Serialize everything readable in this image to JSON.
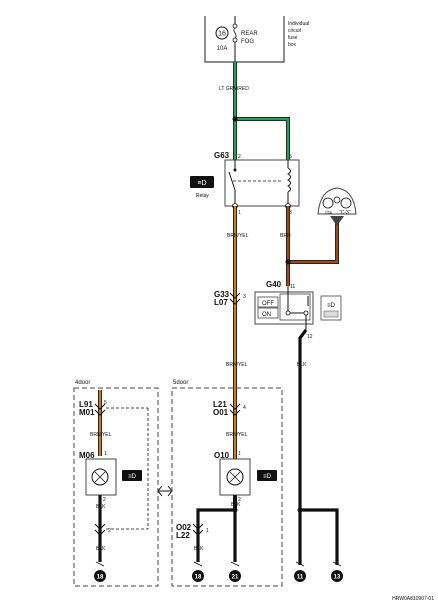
{
  "fuse_box": {
    "fuse_number": "16",
    "fuse_rating": "10A",
    "fuse_name_line1": "REAR",
    "fuse_name_line2": "FOG",
    "note_line1": "Individual",
    "note_line2": "circuit",
    "note_line3": "fuse",
    "note_line4": "box"
  },
  "wires": {
    "lt_grn_red": "LT GRN/RED",
    "brn_yel_relay": "BRN/YEL",
    "brn": "BRN",
    "blk_switch": "BLK",
    "brn_yel_mid": "BRN/YEL",
    "brn_yel_4door": "BRN/YEL",
    "brn_yel_5door": "BRN/YEL",
    "blk_m06": "BLK",
    "blk_m06_lower": "BLK",
    "blk_o10": "BLK",
    "blk_o02": "BLK"
  },
  "relay": {
    "connector": "G63",
    "label": "Relay",
    "pin_tl": "2",
    "pin_tr": "5",
    "pin_bl": "1",
    "pin_br": "3"
  },
  "meter": {
    "label": "\"C-3\""
  },
  "switch": {
    "connector": "G40",
    "pin_top": "11",
    "pin_bottom": "12",
    "off_label": "OFF",
    "on_label": "ON"
  },
  "junction_g33": {
    "line1": "G33",
    "line2": "L07",
    "pin": "3"
  },
  "door4": {
    "title": "4door",
    "conn_line1": "L91",
    "conn_line2": "M01",
    "conn_pin": "5",
    "lamp": "M06",
    "lamp_pin_top": "1",
    "lamp_pin_bottom": "2",
    "side_pin": "2",
    "ground": "18"
  },
  "door5": {
    "title": "5door",
    "conn_line1": "L21",
    "conn_line2": "O01",
    "conn_pin": "4",
    "lamp": "O10",
    "lamp_pin_top": "1",
    "lamp_pin_bottom": "2",
    "sub_line1": "O02",
    "sub_line2": "L22",
    "sub_pin": "1",
    "ground_left": "18",
    "ground_right": "21"
  },
  "grounds": {
    "g11": "11",
    "g13": "13"
  },
  "footer": {
    "code": "HRW0A810907-01"
  },
  "colors": {
    "green": "#2e9a55",
    "brown": "#9a4a1c",
    "yellow": "#e8b820",
    "black": "#111111",
    "frame": "#444444"
  }
}
